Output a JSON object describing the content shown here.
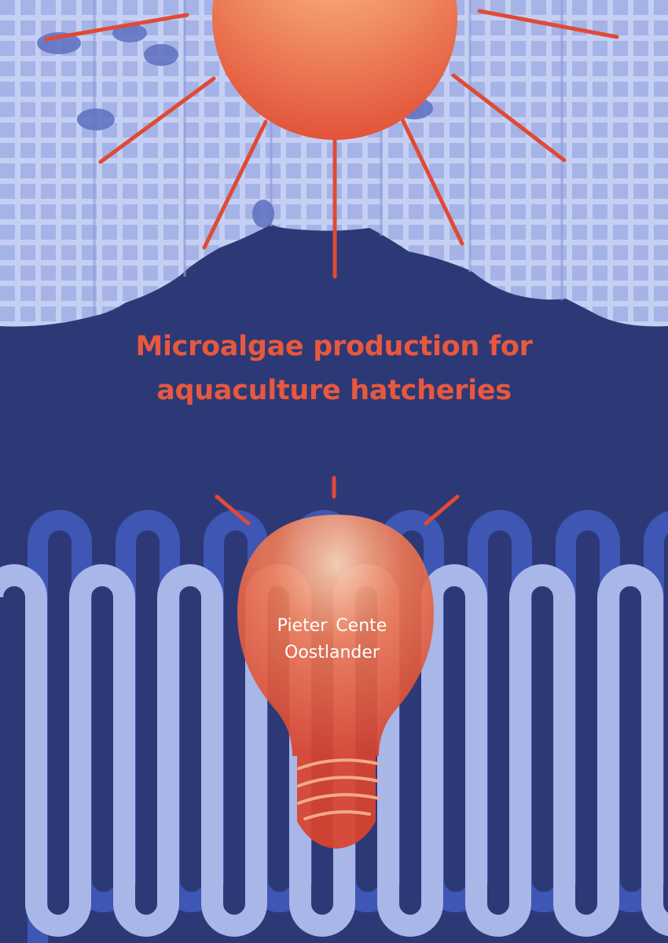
{
  "book": {
    "title_line1": "Microalgae production for",
    "title_line2": "aquaculture hatcheries",
    "author_line1": "Pieter  Cente",
    "author_line2": "Oostlander"
  },
  "colors": {
    "background": "#2d3977",
    "title": "#e8583c",
    "sun_ray": "#e04a35",
    "pale_tube": "#a9b6e8",
    "dark_tube": "#3e56b4",
    "author_text": "#ffffff"
  }
}
